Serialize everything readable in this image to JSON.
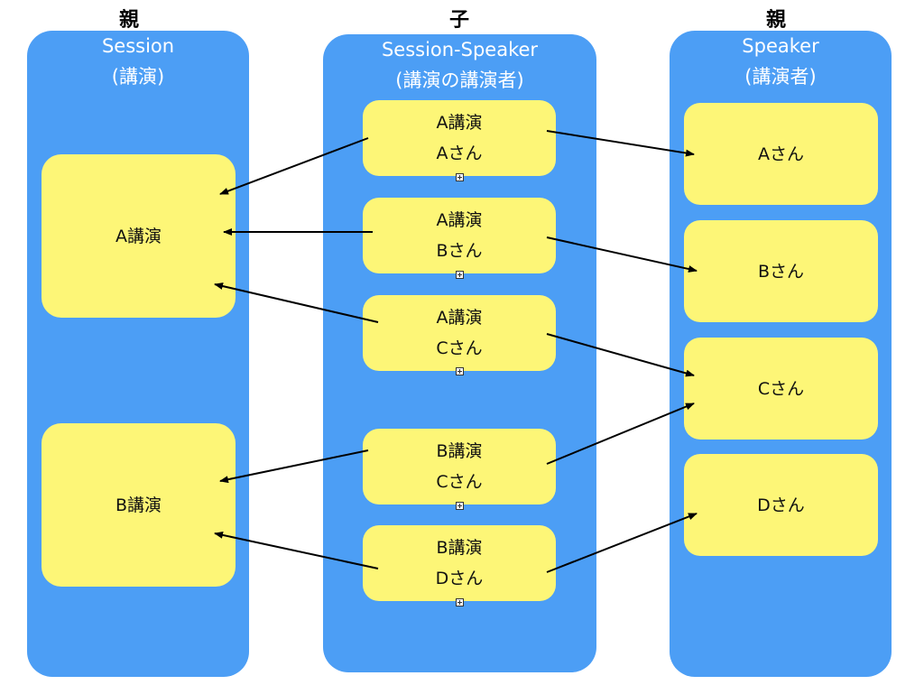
{
  "headings": {
    "left": "親",
    "middle": "子",
    "right": "親"
  },
  "session_column": {
    "title": "Session",
    "subtitle": "(講演)",
    "items": [
      {
        "label": "A講演"
      },
      {
        "label": "B講演"
      }
    ]
  },
  "session_speaker_column": {
    "title": "Session-Speaker",
    "subtitle": "(講演の講演者)",
    "items": [
      {
        "session": "A講演",
        "speaker": "Aさん"
      },
      {
        "session": "A講演",
        "speaker": "Bさん"
      },
      {
        "session": "A講演",
        "speaker": "Cさん"
      },
      {
        "session": "B講演",
        "speaker": "Cさん"
      },
      {
        "session": "B講演",
        "speaker": "Dさん"
      }
    ]
  },
  "speaker_column": {
    "title": "Speaker",
    "subtitle": "(講演者)",
    "items": [
      {
        "label": "Aさん"
      },
      {
        "label": "Bさん"
      },
      {
        "label": "Cさん"
      },
      {
        "label": "Dさん"
      }
    ]
  },
  "colors": {
    "column": "#4c9ef5",
    "box": "#fdf677",
    "arrow": "#000000"
  }
}
